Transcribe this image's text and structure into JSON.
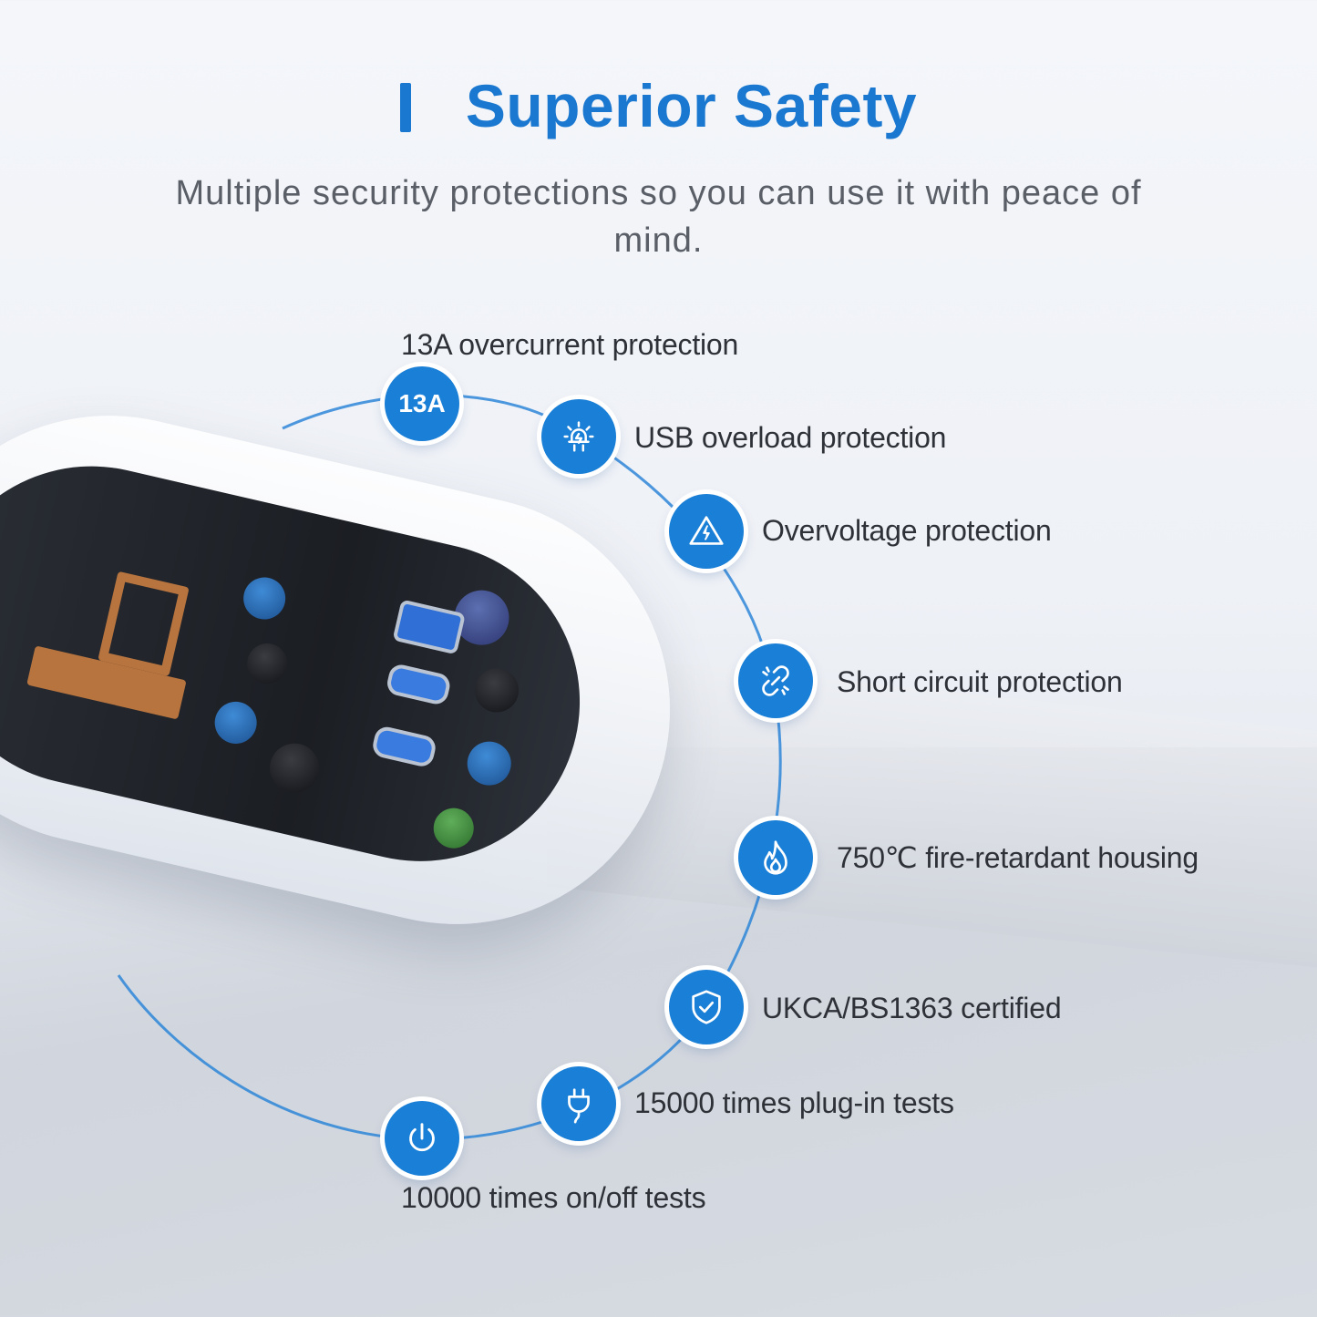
{
  "header": {
    "title": "Superior Safety",
    "subtitle": "Multiple security protections so you can use it with peace of mind."
  },
  "features": [
    {
      "label": "13A overcurrent protection",
      "icon": "13a-badge-icon",
      "badge_text": "13A"
    },
    {
      "label": "USB overload protection",
      "icon": "light-bulb-alert-icon"
    },
    {
      "label": "Overvoltage protection",
      "icon": "warning-lightning-icon"
    },
    {
      "label": "Short circuit protection",
      "icon": "broken-link-icon"
    },
    {
      "label": "750℃ fire-retardant housing",
      "icon": "flame-icon"
    },
    {
      "label": "UKCA/BS1363 certified",
      "icon": "shield-check-icon"
    },
    {
      "label": "15000 times plug-in tests",
      "icon": "plug-icon"
    },
    {
      "label": "10000 times on/off tests",
      "icon": "power-icon"
    }
  ],
  "colors": {
    "accent": "#1a7fd6",
    "title": "#1a78d0",
    "text": "#2e3137"
  }
}
